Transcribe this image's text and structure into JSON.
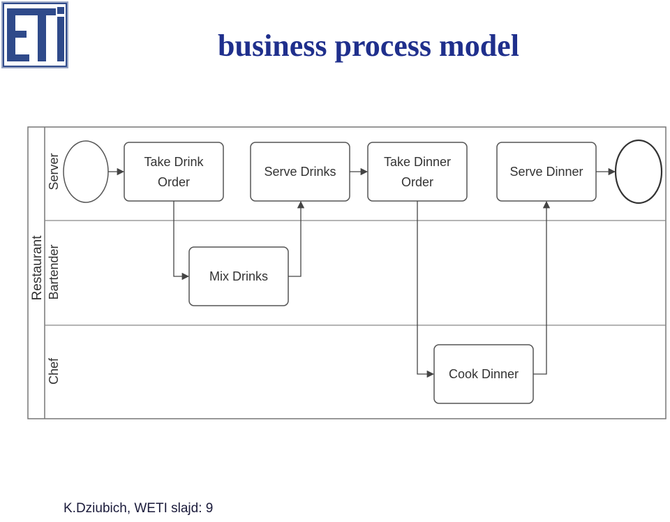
{
  "title": "business process model",
  "footer": "K.Dziubich, WETI slajd: 9",
  "logo": {
    "text": "ETI",
    "color": "#2f4a8a"
  },
  "diagram": {
    "pool": "Restaurant",
    "lanes": [
      "Server",
      "Bartender",
      "Chef"
    ],
    "tasks": {
      "take_drink_order": [
        "Take Drink",
        "Order"
      ],
      "serve_drinks": [
        "Serve Drinks"
      ],
      "take_dinner_order": [
        "Take Dinner",
        "Order"
      ],
      "serve_dinner": [
        "Serve Dinner"
      ],
      "mix_drinks": [
        "Mix Drinks"
      ],
      "cook_dinner": [
        "Cook Dinner"
      ]
    }
  }
}
